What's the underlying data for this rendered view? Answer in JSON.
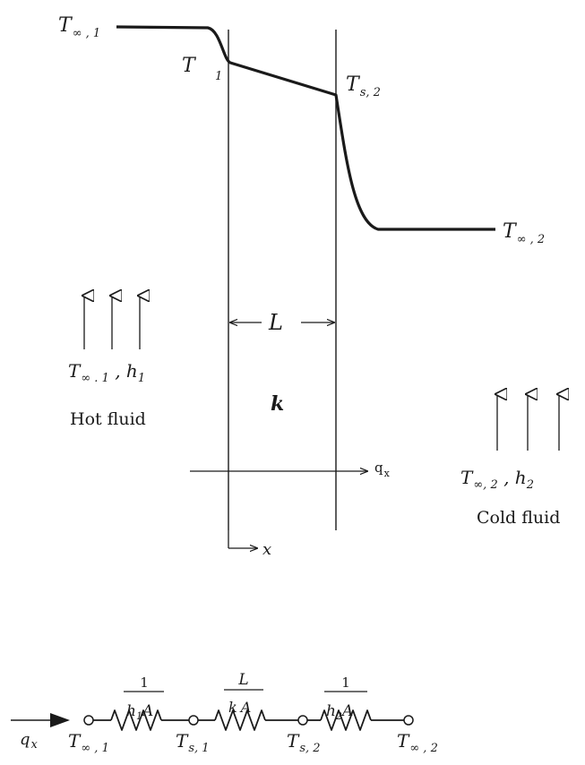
{
  "profile": {
    "t_inf_1": {
      "base": "T",
      "sub": "∞ , 1"
    },
    "t_s1": {
      "base": "T",
      "sub": "1"
    },
    "t_s2": {
      "base": "T",
      "sub": "s, 2"
    },
    "t_inf_2": {
      "base": "T",
      "sub": "∞ , 2"
    }
  },
  "wall": {
    "thickness": "L",
    "conductivity": "k",
    "x_axis": "x"
  },
  "heat_flux": {
    "base": "q",
    "sub": "x"
  },
  "hot_side": {
    "label": "Hot fluid",
    "conditions": {
      "t": "T",
      "t_sub": "∞ . 1",
      "sep": " , ",
      "h": "h",
      "h_sub": "1"
    }
  },
  "cold_side": {
    "label": "Cold fluid",
    "conditions": {
      "t": "T",
      "t_sub": "∞, 2",
      "sep": " , ",
      "h": "h",
      "h_sub": "2"
    }
  },
  "circuit": {
    "flux": {
      "base": "q",
      "sub": "x"
    },
    "resistances": [
      {
        "num": "1",
        "den_a": "h",
        "den_sub": "1",
        "den_b": "A"
      },
      {
        "num": "L",
        "den_a": "k",
        "den_sub": "",
        "den_b": "A"
      },
      {
        "num": "1",
        "den_a": "h",
        "den_sub": "2",
        "den_b": "A"
      }
    ],
    "nodes": [
      {
        "base": "T",
        "sub": "∞ , 1"
      },
      {
        "base": "T",
        "sub": "s, 1"
      },
      {
        "base": "T",
        "sub": "s, 2"
      },
      {
        "base": "T",
        "sub": "∞ , 2"
      }
    ]
  }
}
